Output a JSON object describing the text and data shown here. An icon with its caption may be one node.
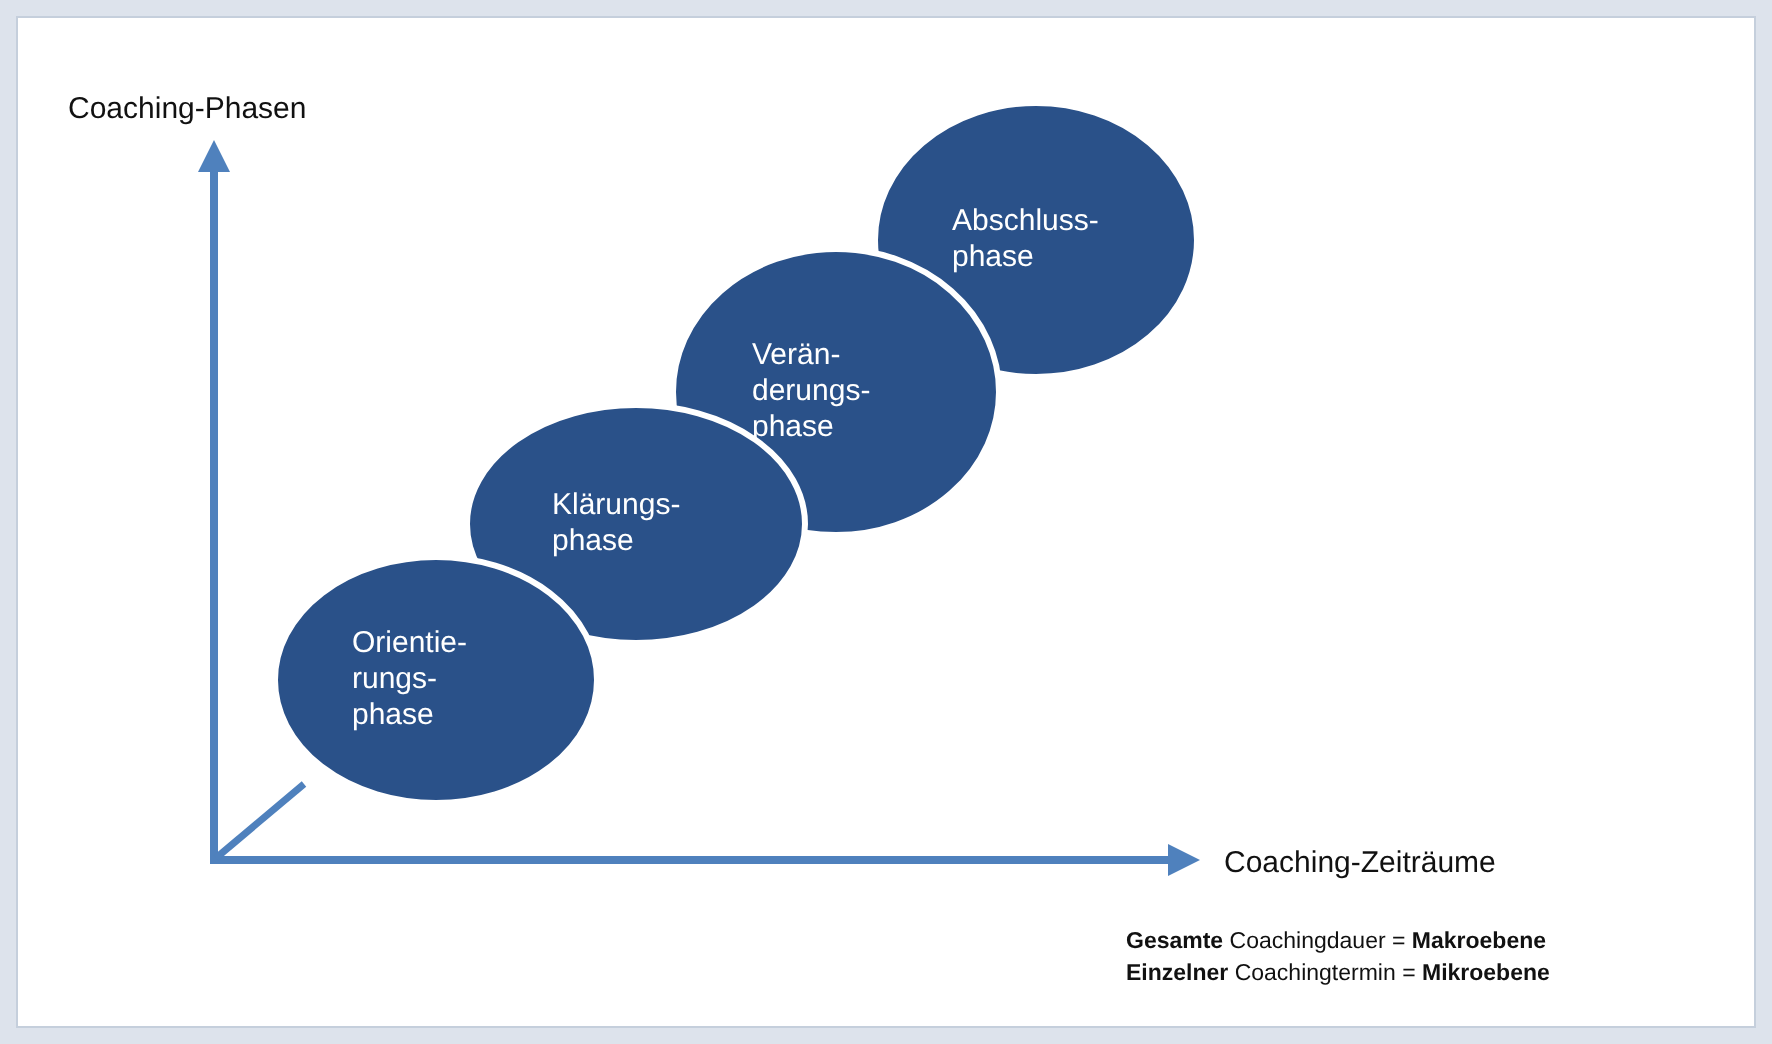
{
  "diagram": {
    "nodes": [
      {
        "text": [
          "Orientie- rungs- phase"
        ]
      },
      {
        "text": [
          "Klärungs- phase"
        ]
      },
      {
        "text": [
          "Verän- derungs- phase"
        ]
      },
      {
        "text": [
          "Abschluss- phase"
        ]
      }
    ],
    "labels": [
      "Coaching-Phasen",
      "Coaching-Zeiträume",
      "**Gesamte** Coachingdauer = **Makroebene**",
      "**Einzelner** Coachingtermin = **Mikroebene**"
    ]
  }
}
